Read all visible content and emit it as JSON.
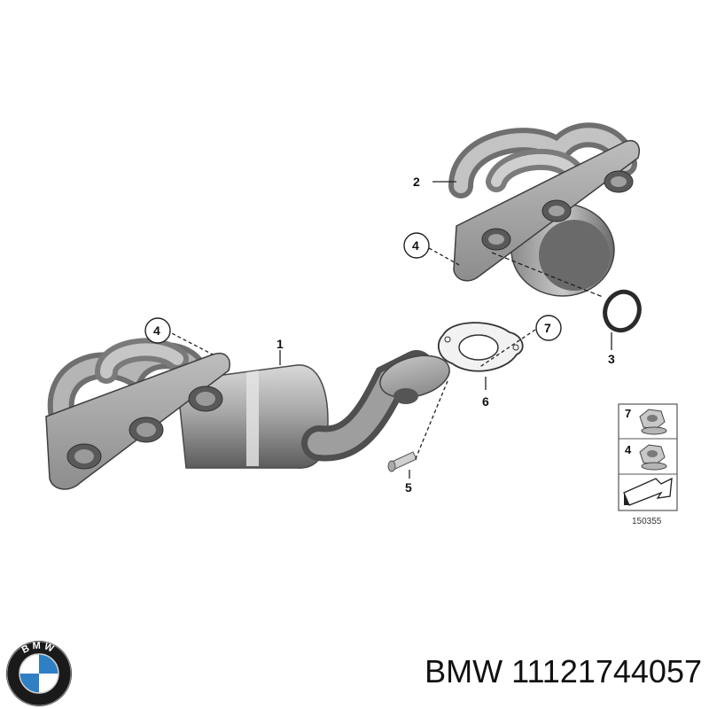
{
  "diagram": {
    "callouts": {
      "part1": "1",
      "part2": "2",
      "part3": "3",
      "part4_upper": "4",
      "part4_lower": "4",
      "part5": "5",
      "part6": "6",
      "part7": "7"
    },
    "legend": {
      "item7": "7",
      "item4": "4"
    },
    "reference_number": "150355"
  },
  "logo": {
    "brand_letters": "BMW",
    "icon": "bmw-roundel-icon",
    "colors": {
      "ring": "#1a1a1a",
      "blue": "#2f7fc4",
      "white": "#ffffff"
    }
  },
  "caption": {
    "brand": "BMW",
    "part_number": "11121744057"
  }
}
